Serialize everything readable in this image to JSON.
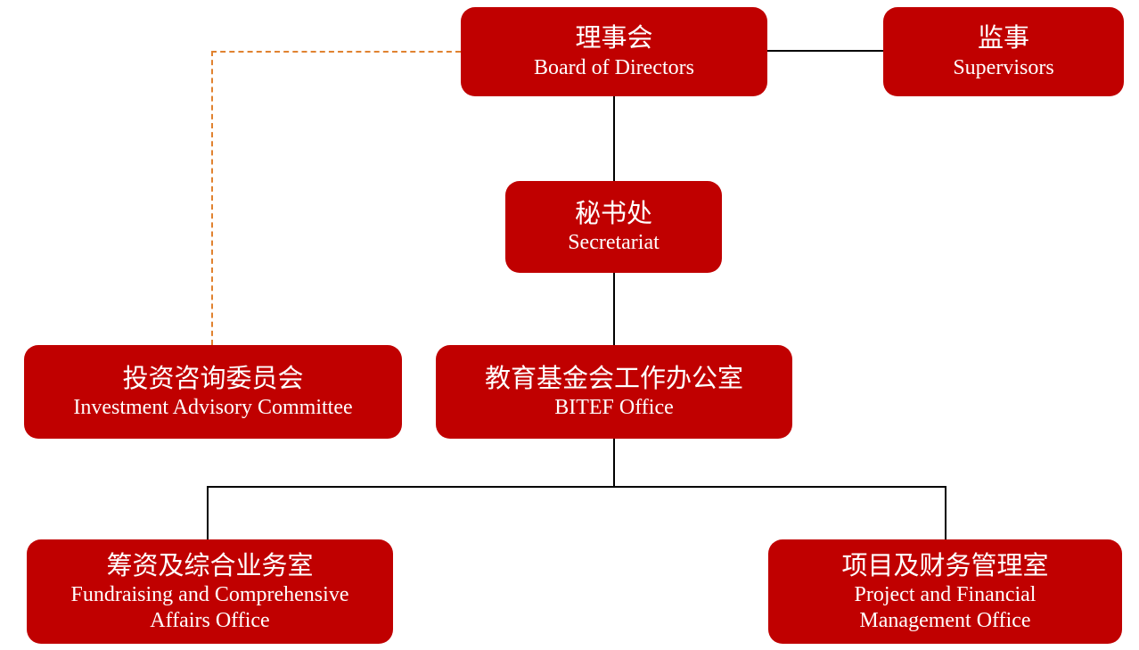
{
  "title": "Organization chart",
  "colors": {
    "box_red": "#C00000",
    "text_white": "#FFFFFF",
    "solid_line": "#000000",
    "dashed_line_orange": "#E08230"
  },
  "nodes": {
    "board": {
      "title_zh": "理事会",
      "title_en": "Board of Directors"
    },
    "supervisors": {
      "title_zh": "监事",
      "title_en": "Supervisors"
    },
    "secretariat": {
      "title_zh": "秘书处",
      "title_en": "Secretariat"
    },
    "investment": {
      "title_zh": "投资咨询委员会",
      "title_en": "Investment Advisory Committee"
    },
    "bitef": {
      "title_zh": "教育基金会工作办公室",
      "title_en": "BITEF Office"
    },
    "fundraising": {
      "title_zh": "筹资及综合业务室",
      "title_en": "Fundraising and Comprehensive Affairs Office"
    },
    "project": {
      "title_zh": "项目及财务管理室",
      "title_en": "Project and Financial Management Office"
    }
  },
  "connections": {
    "solid": [
      "board-supervisors",
      "board-secretariat",
      "secretariat-bitef",
      "bitef-fundraising",
      "bitef-project"
    ],
    "dashed": [
      "board-investment"
    ]
  }
}
